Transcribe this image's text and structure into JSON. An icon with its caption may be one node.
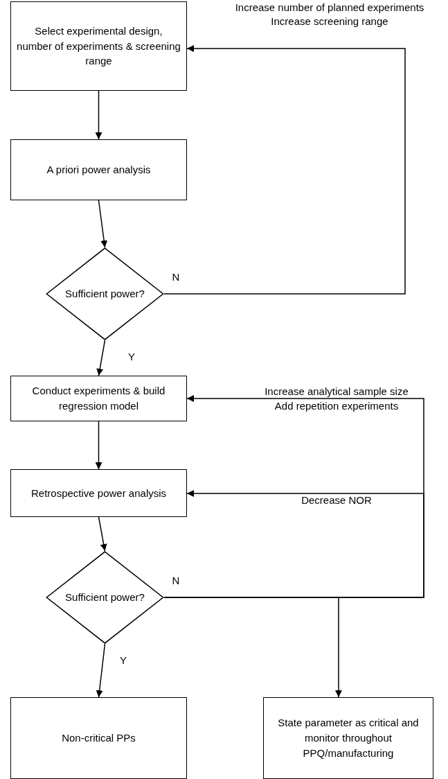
{
  "diagram": {
    "nodes": [
      {
        "text": [
          "Select experimental design, number of experiments & screening range"
        ]
      },
      {
        "text": [
          "A priori power analysis"
        ]
      },
      {
        "text": [
          "Sufficient power?"
        ]
      },
      {
        "text": [
          "Conduct experiments & build regression model"
        ]
      },
      {
        "text": [
          "Retrospective power analysis"
        ]
      },
      {
        "text": [
          "Sufficient power?"
        ]
      },
      {
        "text": [
          "Non-critical PPs"
        ]
      },
      {
        "text": [
          "State parameter as critical and monitor throughout PPQ/manufacturing"
        ]
      }
    ],
    "edges": [
      {
        "from": 0,
        "to": 1,
        "arrow": "to"
      },
      {
        "from": 1,
        "to": 2,
        "arrow": "to"
      },
      {
        "from": 2,
        "to": 3,
        "arrow": "to",
        "label": "Y"
      },
      {
        "from": 2,
        "to": 0,
        "arrow": "to",
        "label": "N"
      },
      {
        "from": 3,
        "to": 4,
        "arrow": "to"
      },
      {
        "from": 4,
        "to": 5,
        "arrow": "to"
      },
      {
        "from": 5,
        "to": 6,
        "arrow": "to",
        "label": "Y"
      },
      {
        "from": 5,
        "to": 3,
        "arrow": "to",
        "label": "N"
      },
      {
        "from": 5,
        "to": 4,
        "arrow": "to"
      },
      {
        "from": 5,
        "to": 7,
        "arrow": "to"
      }
    ],
    "labels": [
      "Increase number of planned experiments",
      "Increase screening range",
      "Increase analytical sample size",
      "Add repetition experiments",
      "Decrease NOR"
    ]
  }
}
